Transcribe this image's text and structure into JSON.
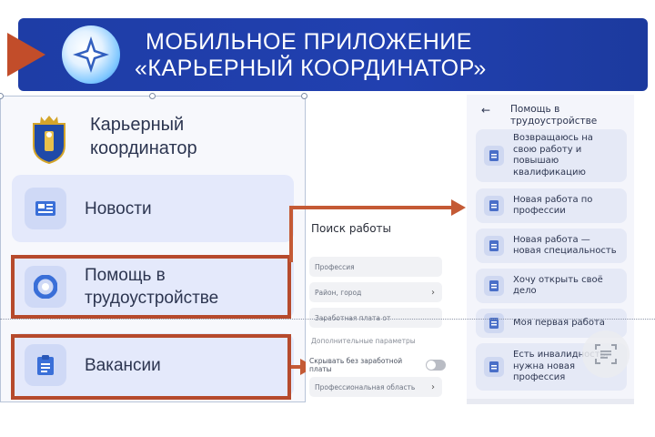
{
  "banner": {
    "title_line1": "МОБИЛЬНОЕ ПРИЛОЖЕНИЕ",
    "title_line2": "«КАРЬЕРНЫЙ КООРДИНАТОР»"
  },
  "app": {
    "title_line1": "Карьерный",
    "title_line2": "координатор",
    "menu": [
      {
        "label": "Новости",
        "icon": "newspaper-icon"
      },
      {
        "label_line1": "Помощь в",
        "label_line2": "трудоустройстве",
        "icon": "lifebuoy-icon"
      },
      {
        "label": "Вакансии",
        "icon": "clipboard-icon"
      }
    ]
  },
  "job_search": {
    "title": "Поиск работы",
    "fields": [
      {
        "placeholder": "Профессия"
      },
      {
        "placeholder": "Район, город"
      },
      {
        "placeholder": "Заработная плата от"
      }
    ],
    "extra_params": "Дополнительные параметры",
    "hide_no_salary": "Скрывать без заработной платы",
    "professional_area": "Профессиональная область"
  },
  "help": {
    "back": "←",
    "title_line1": "Помощь в",
    "title_line2": "трудоустройстве",
    "options": [
      {
        "line1": "Возвращаюсь на",
        "line2": "свою работу и",
        "line3": "повышаю",
        "line4": "квалификацию"
      },
      {
        "line1": "Новая работа по",
        "line2": "профессии"
      },
      {
        "line1": "Новая работа —",
        "line2": "новая специальность"
      },
      {
        "line1": "Хочу открыть своё",
        "line2": "дело"
      },
      {
        "line1": "Моя первая работа"
      },
      {
        "line1": "Есть инвалидность,",
        "line2": "нужна новая",
        "line3": "профессия"
      }
    ]
  },
  "colors": {
    "banner_blue": "#1e3da6",
    "accent_orange": "#c24d2a",
    "card_bg": "#e4e9fb"
  }
}
